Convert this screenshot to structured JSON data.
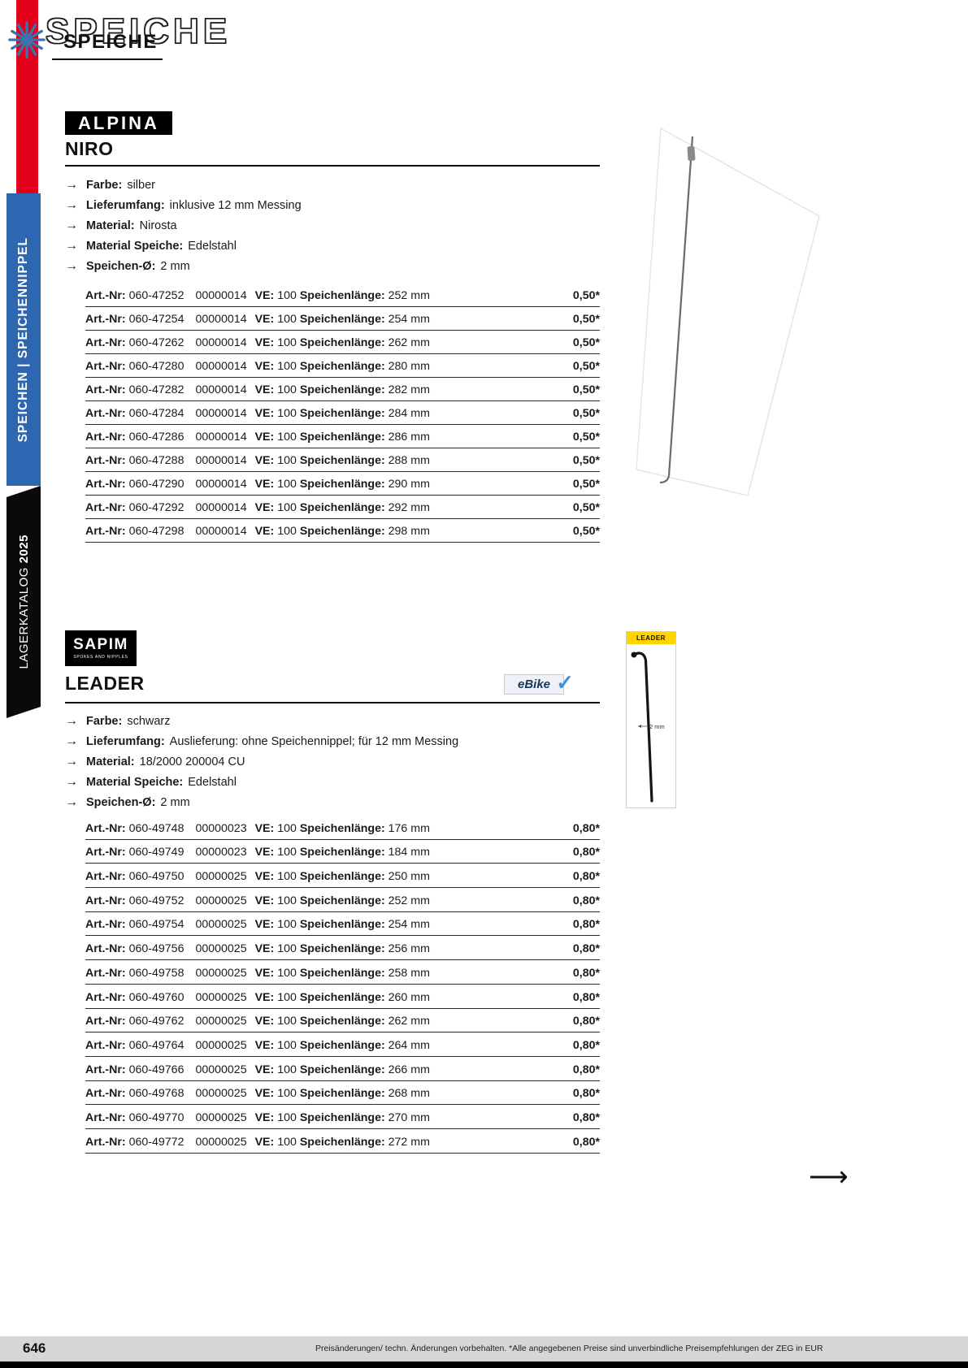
{
  "header": {
    "title_outline": "SPEICHE",
    "title_solid": "SPEICHE"
  },
  "sidebar": {
    "category": "SPEICHEN | SPEICHENNIPPEL",
    "catalog_label": "LAGERKATALOG",
    "catalog_year": "2025"
  },
  "labels": {
    "art_nr": "Art.-Nr:",
    "ve": "VE:",
    "length": "Speichenlänge:"
  },
  "sections": [
    {
      "brand": "ALPINA",
      "product": "NIRO",
      "specs": [
        {
          "label": "Farbe:",
          "value": "silber"
        },
        {
          "label": "Lieferumfang:",
          "value": "inklusive 12 mm Messing"
        },
        {
          "label": "Material:",
          "value": "Nirosta"
        },
        {
          "label": "Material Speiche:",
          "value": "Edelstahl"
        },
        {
          "label": "Speichen-Ø:",
          "value": "2 mm"
        }
      ],
      "rows": [
        {
          "art": "060-47252",
          "code": "00000014",
          "ve": "100",
          "length": "252 mm",
          "price": "0,50*"
        },
        {
          "art": "060-47254",
          "code": "00000014",
          "ve": "100",
          "length": "254 mm",
          "price": "0,50*"
        },
        {
          "art": "060-47262",
          "code": "00000014",
          "ve": "100",
          "length": "262 mm",
          "price": "0,50*"
        },
        {
          "art": "060-47280",
          "code": "00000014",
          "ve": "100",
          "length": "280 mm",
          "price": "0,50*"
        },
        {
          "art": "060-47282",
          "code": "00000014",
          "ve": "100",
          "length": "282 mm",
          "price": "0,50*"
        },
        {
          "art": "060-47284",
          "code": "00000014",
          "ve": "100",
          "length": "284 mm",
          "price": "0,50*"
        },
        {
          "art": "060-47286",
          "code": "00000014",
          "ve": "100",
          "length": "286 mm",
          "price": "0,50*"
        },
        {
          "art": "060-47288",
          "code": "00000014",
          "ve": "100",
          "length": "288 mm",
          "price": "0,50*"
        },
        {
          "art": "060-47290",
          "code": "00000014",
          "ve": "100",
          "length": "290 mm",
          "price": "0,50*"
        },
        {
          "art": "060-47292",
          "code": "00000014",
          "ve": "100",
          "length": "292 mm",
          "price": "0,50*"
        },
        {
          "art": "060-47298",
          "code": "00000014",
          "ve": "100",
          "length": "298 mm",
          "price": "0,50*"
        }
      ]
    },
    {
      "brand": "SAPIM",
      "brand_sub": "SPOKES AND NIPPLES",
      "product": "LEADER",
      "ebike_label": "eBike",
      "image_caption": "LEADER",
      "image_dim": "2 mm",
      "specs": [
        {
          "label": "Farbe:",
          "value": "schwarz"
        },
        {
          "label": "Lieferumfang:",
          "value": "Auslieferung: ohne Speichennippel; für 12 mm Messing"
        },
        {
          "label": "Material:",
          "value": "18/2000 200004 CU"
        },
        {
          "label": "Material Speiche:",
          "value": "Edelstahl"
        },
        {
          "label": "Speichen-Ø:",
          "value": "2 mm"
        }
      ],
      "rows": [
        {
          "art": "060-49748",
          "code": "00000023",
          "ve": "100",
          "length": "176 mm",
          "price": "0,80*"
        },
        {
          "art": "060-49749",
          "code": "00000023",
          "ve": "100",
          "length": "184 mm",
          "price": "0,80*"
        },
        {
          "art": "060-49750",
          "code": "00000025",
          "ve": "100",
          "length": "250 mm",
          "price": "0,80*"
        },
        {
          "art": "060-49752",
          "code": "00000025",
          "ve": "100",
          "length": "252 mm",
          "price": "0,80*"
        },
        {
          "art": "060-49754",
          "code": "00000025",
          "ve": "100",
          "length": "254 mm",
          "price": "0,80*"
        },
        {
          "art": "060-49756",
          "code": "00000025",
          "ve": "100",
          "length": "256 mm",
          "price": "0,80*"
        },
        {
          "art": "060-49758",
          "code": "00000025",
          "ve": "100",
          "length": "258 mm",
          "price": "0,80*"
        },
        {
          "art": "060-49760",
          "code": "00000025",
          "ve": "100",
          "length": "260 mm",
          "price": "0,80*"
        },
        {
          "art": "060-49762",
          "code": "00000025",
          "ve": "100",
          "length": "262 mm",
          "price": "0,80*"
        },
        {
          "art": "060-49764",
          "code": "00000025",
          "ve": "100",
          "length": "264 mm",
          "price": "0,80*"
        },
        {
          "art": "060-49766",
          "code": "00000025",
          "ve": "100",
          "length": "266 mm",
          "price": "0,80*"
        },
        {
          "art": "060-49768",
          "code": "00000025",
          "ve": "100",
          "length": "268 mm",
          "price": "0,80*"
        },
        {
          "art": "060-49770",
          "code": "00000025",
          "ve": "100",
          "length": "270 mm",
          "price": "0,80*"
        },
        {
          "art": "060-49772",
          "code": "00000025",
          "ve": "100",
          "length": "272 mm",
          "price": "0,80*"
        }
      ]
    }
  ],
  "footer": {
    "page_number": "646",
    "note": "Preisänderungen/ techn. Änderungen vorbehalten. *Alle angegebenen Preise sind unverbindliche Preisempfehlungen der ZEG in EUR",
    "continue_arrow": "⟶"
  },
  "colors": {
    "rail_red": "#E2001A",
    "rail_blue": "#2E67B1",
    "leader_yellow": "#FFD400",
    "ebike_check_blue": "#3F8FD6"
  }
}
